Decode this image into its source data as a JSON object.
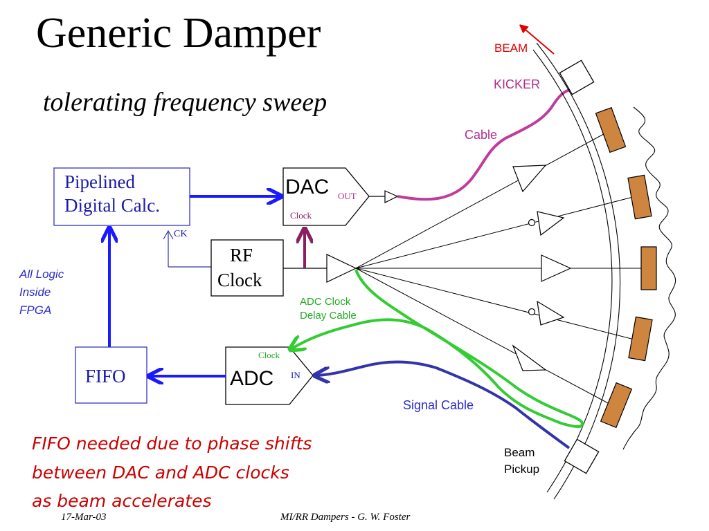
{
  "title": "Generic Damper",
  "subtitle": "tolerating frequency sweep",
  "blocks": {
    "pipelined_line1": "Pipelined",
    "pipelined_line2": "Digital Calc.",
    "ck": "CK",
    "rf_line1": "RF",
    "rf_line2": "Clock",
    "dac": "DAC",
    "dac_out": "OUT",
    "dac_clock": "Clock",
    "adc": "ADC",
    "adc_in": "IN",
    "adc_clock": "Clock",
    "fifo": "FIFO"
  },
  "labels": {
    "all_logic_1": "All Logic",
    "all_logic_2": "Inside",
    "all_logic_3": "FPGA",
    "beam": "BEAM",
    "kicker": "KICKER",
    "cable": "Cable",
    "adc_clock_1": "ADC Clock",
    "adc_clock_2": "Delay Cable",
    "signal_cable": "Signal Cable",
    "pickup_1": "Beam",
    "pickup_2": "Pickup"
  },
  "note": {
    "line1": "FIFO needed due to phase shifts",
    "line2": "between DAC and ADC clocks",
    "line3": "as beam accelerates"
  },
  "footer": {
    "date": "17-Mar-03",
    "credit": "MI/RR Dampers - G. W. Foster"
  },
  "colors": {
    "blue_arrow": "#1a1aff",
    "kicker_cable": "#c03c9c",
    "beam_red": "#e00000",
    "green_cable": "#33cc33",
    "signal_blue": "#3333aa",
    "cavity_fill": "#cd853f",
    "note_red": "#cc0000",
    "dac_clock_arrow": "#8b2060",
    "label_blue": "#2a2acc",
    "label_purple": "#b02c8c",
    "label_green": "#22aa22",
    "small_label_purple": "#8b1a6b"
  }
}
